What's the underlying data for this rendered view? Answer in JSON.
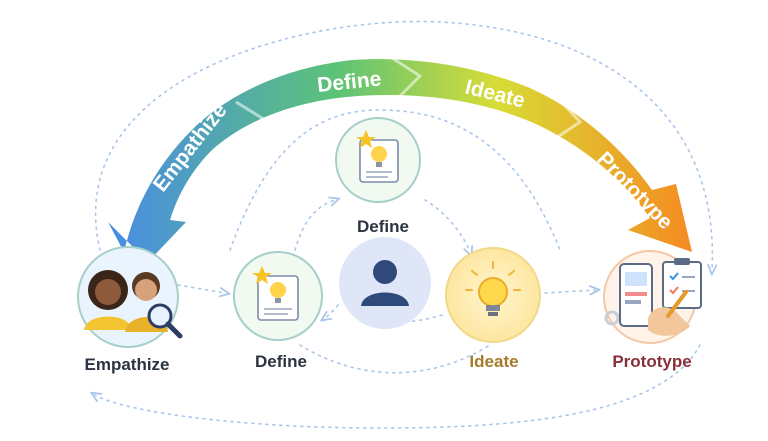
{
  "arrow": {
    "segments": [
      {
        "label": "Empathize",
        "color": "#4a8ee0"
      },
      {
        "label": "Define",
        "color": "#5cc377"
      },
      {
        "label": "Ideate",
        "color": "#d7dc36"
      },
      {
        "label": "Prototype",
        "color": "#f58c22"
      }
    ]
  },
  "nodes": {
    "empathize": {
      "label": "Empathize",
      "color": "#2b3440"
    },
    "define_left": {
      "label": "Define",
      "color": "#2b3440"
    },
    "define_top": {
      "label": "Define",
      "color": "#2b3440"
    },
    "ideate": {
      "label": "Ideate",
      "color": "#a67a2b"
    },
    "prototype": {
      "label": "Prototype",
      "color": "#8a2f3a"
    }
  },
  "icons": {
    "empathize": "people-with-magnifier-icon",
    "define": "idea-document-star-icon",
    "ideate": "lightbulb-icon",
    "prototype": "phone-clipboard-hand-icon",
    "center": "user-icon"
  },
  "colors": {
    "connector": "#a9c6ea",
    "node_border": "#a6cfc8",
    "center_bg": "#dfe6f7",
    "center_icon": "#2f4a7a"
  }
}
